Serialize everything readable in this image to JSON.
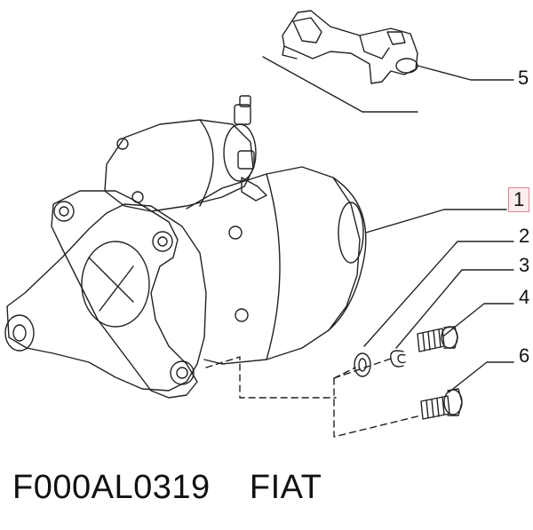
{
  "callouts": {
    "part_1": "1",
    "part_2": "2",
    "part_3": "3",
    "part_4": "4",
    "part_5": "5",
    "part_6": "6"
  },
  "caption": {
    "part_number": "F000AL0319",
    "brand": "FIAT"
  },
  "colors": {
    "line": "#222222",
    "highlight_border": "#d98b92",
    "highlight_fill": "#fbecee"
  }
}
